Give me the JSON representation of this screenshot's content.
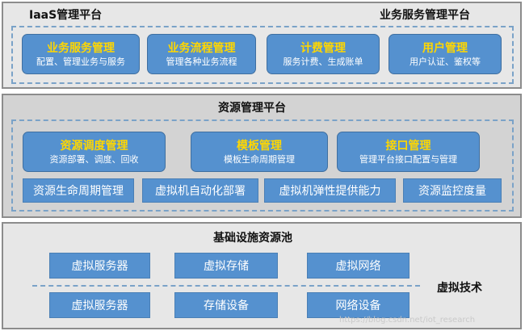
{
  "top": {
    "left_title": "IaaS管理平台",
    "right_title": "业务服务管理平台",
    "boxes": [
      {
        "title": "业务服务管理",
        "desc": "配置、管理业务与服务"
      },
      {
        "title": "业务流程管理",
        "desc": "管理各种业务流程"
      },
      {
        "title": "计费管理",
        "desc": "服务计费、生成账单"
      },
      {
        "title": "用户管理",
        "desc": "用户认证、鉴权等"
      }
    ]
  },
  "middle": {
    "title": "资源管理平台",
    "boxes": [
      {
        "title": "资源调度管理",
        "desc": "资源部署、调度、回收"
      },
      {
        "title": "模板管理",
        "desc": "模板生命周期管理"
      },
      {
        "title": "接口管理",
        "desc": "管理平台接口配置与管理"
      }
    ],
    "flat": [
      "资源生命周期管理",
      "虚拟机自动化部署",
      "虚拟机弹性提供能力",
      "资源监控度量"
    ]
  },
  "bottom": {
    "title": "基础设施资源池",
    "row1": [
      "虚拟服务器",
      "虚拟存储",
      "虚拟网络"
    ],
    "row2": [
      "虚拟服务器",
      "存储设备",
      "网络设备"
    ],
    "side_label": "虚拟技术"
  },
  "watermark": "https://blog.csdn.net/iot_research"
}
